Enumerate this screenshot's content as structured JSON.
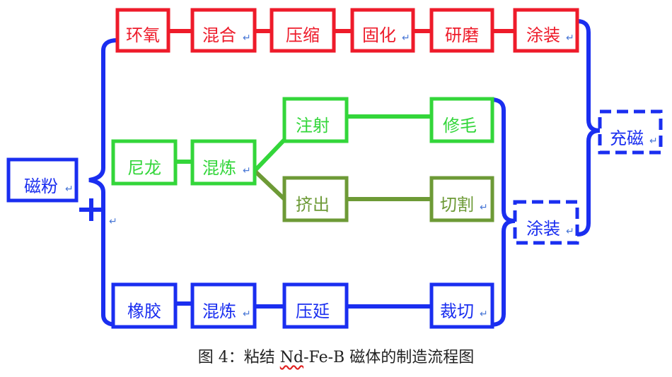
{
  "colors": {
    "red": "#ee1b2a",
    "blue": "#1a2ef0",
    "green": "#33d63a",
    "olive": "#6d9a36",
    "enter_mark": "#4a78d6"
  },
  "enter_mark": "↵",
  "nodes": {
    "cizhi_powder": "磁粉",
    "epoxy": "环氧",
    "mixing_1": "混合",
    "pressing": "压缩",
    "curing": "固化",
    "grinding": "研磨",
    "coating_top": "涂装",
    "magnetize": "充磁",
    "nylon": "尼龙",
    "mixing_2": "混炼",
    "injection": "注射",
    "trimming": "修毛",
    "extrusion": "挤出",
    "cutting_1": "切割",
    "coating_mid": "涂装",
    "rubber": "橡胶",
    "mixing_3": "混炼",
    "calendering": "压延",
    "cutting_2": "裁切"
  },
  "plus_sign": "+",
  "caption": {
    "prefix": "图 4：粘结 ",
    "squiggle": "Nd",
    "suffix": "-Fe-B 磁体的制造流程图"
  }
}
